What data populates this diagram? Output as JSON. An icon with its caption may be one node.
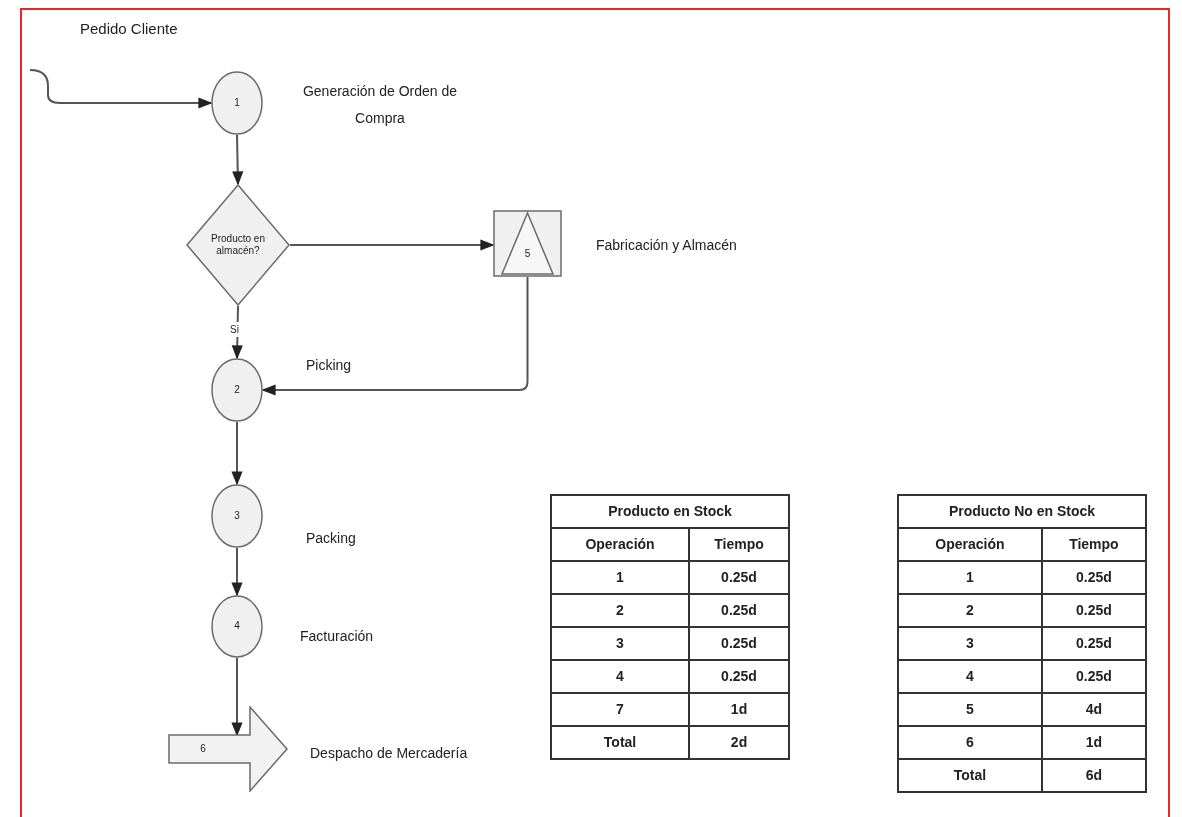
{
  "diagram": {
    "nodes": [
      {
        "text": [
          "1"
        ],
        "beside": [
          "Generación de Orden de Compra"
        ]
      },
      {
        "text": [
          "Producto en almacén?"
        ]
      },
      {
        "text": [
          "5"
        ],
        "beside": [
          "Fabricación y Almacén"
        ]
      },
      {
        "text": [
          "2"
        ],
        "beside": [
          "Picking"
        ]
      },
      {
        "text": [
          "3"
        ],
        "beside": [
          "Packing"
        ]
      },
      {
        "text": [
          "4"
        ],
        "beside": [
          "Facturación"
        ]
      },
      {
        "text": [
          "6"
        ],
        "beside": [
          "Despacho de Mercadería"
        ]
      }
    ],
    "edges": [
      {
        "from": null,
        "to": 0,
        "arrow": "to",
        "label": "Pedido Cliente"
      },
      {
        "from": 0,
        "to": 1,
        "arrow": "to"
      },
      {
        "from": 1,
        "to": 2,
        "arrow": "to"
      },
      {
        "from": 1,
        "to": 3,
        "arrow": "to",
        "label": "Si"
      },
      {
        "from": 2,
        "to": 3,
        "arrow": "to"
      },
      {
        "from": 3,
        "to": 4,
        "arrow": "to"
      },
      {
        "from": 4,
        "to": 5,
        "arrow": "to"
      },
      {
        "from": 5,
        "to": 6,
        "arrow": "to"
      }
    ],
    "labels": [
      "Producto en Stock",
      "Operación",
      "Tiempo",
      "1",
      "0.25d",
      "2",
      "0.25d",
      "3",
      "0.25d",
      "4",
      "0.25d",
      "7",
      "1d",
      "Total",
      "2d",
      "Producto No en Stock",
      "Operación",
      "Tiempo",
      "1",
      "0.25d",
      "2",
      "0.25d",
      "3",
      "0.25d",
      "4",
      "0.25d",
      "5",
      "4d",
      "6",
      "1d",
      "Total",
      "6d"
    ]
  }
}
